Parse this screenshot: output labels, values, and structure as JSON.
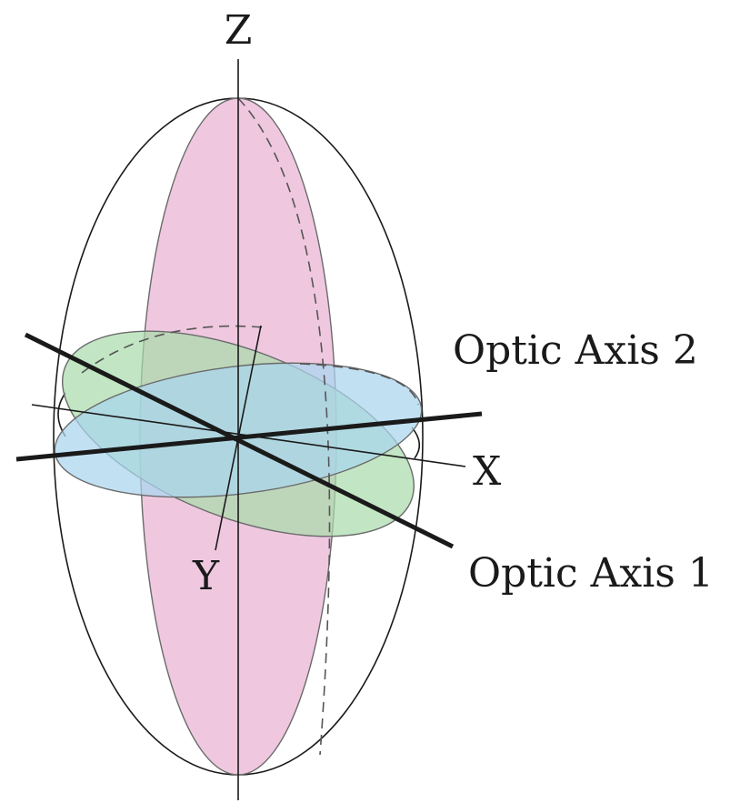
{
  "labels": {
    "z_axis": "Z",
    "x_axis": "X",
    "y_axis": "Y",
    "optic_axis_1": "Optic Axis 1",
    "optic_axis_2": "Optic Axis 2"
  },
  "colors": {
    "pink_plane": "#eab6d6",
    "green_plane": "#a8dbaa",
    "blue_plane": "#a9d6ef"
  }
}
